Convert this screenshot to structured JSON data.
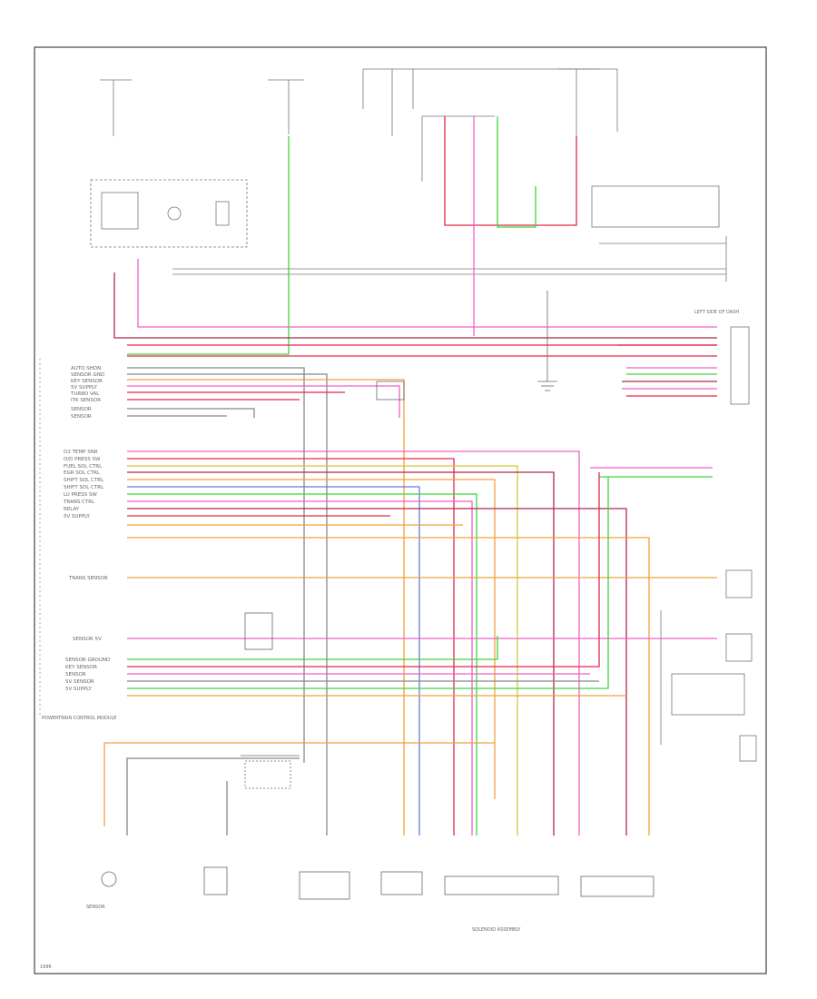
{
  "diagram": {
    "left_labels": [
      "AUTO SHDN",
      "SENSOR GND",
      "KEY SENSOR",
      "5V SUPPLY",
      "TURBO VAL",
      "ITK SENSOR",
      "SENSOR",
      "SENSOR",
      "O2 TEMP SNR",
      "O/D PRESS SW",
      "FUEL SOL CTRL",
      "EGR SOL CTRL",
      "SHIFT SOL CTRL",
      "SHIFT SOL CTRL",
      "LU PRESS SW",
      "TRANS CTRL",
      "RELAY",
      "5V SUPPLY",
      "TRANS SENSOR",
      "SENSOR 5V",
      "SENSOR GROUND",
      "KEY SENSOR",
      "SENSOR",
      "5V SENSOR",
      "5V SUPPLY"
    ],
    "components": {
      "pcm_label": "POWERTRAIN CONTROL MODULE",
      "switch_left_top": "LEFT SIDE OF DASH",
      "bottom_left": "SENSOR",
      "bottom_solenoids": "SOLENOID ASSEMBLY",
      "date_code": "1996"
    },
    "colors": {
      "red": "#e8274a",
      "pink": "#f060c8",
      "green": "#3cd63c",
      "orange": "#f0a040",
      "yellow": "#d8c830",
      "blue": "#6c78e0",
      "darkred": "#b0284a",
      "gray": "#888888"
    }
  }
}
